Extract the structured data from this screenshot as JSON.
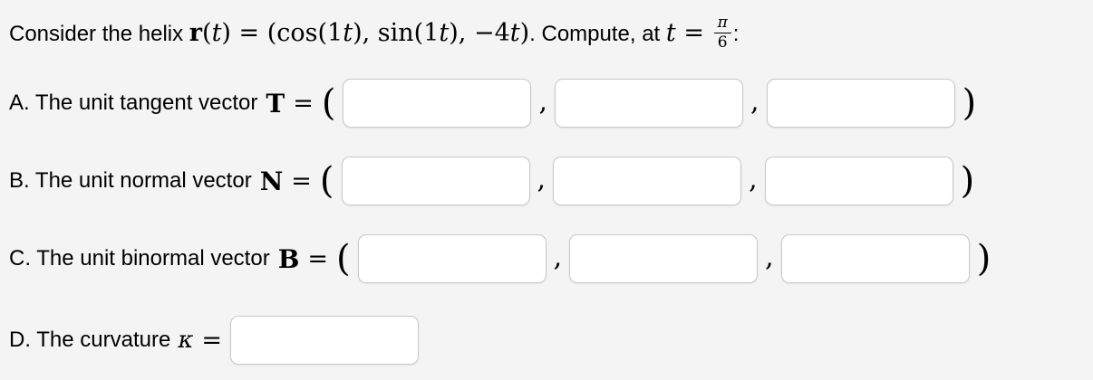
{
  "title": {
    "runs": [
      {
        "t": "Consider the helix "
      },
      {
        "t": "r"
      },
      {
        "t": "("
      },
      {
        "t": "t"
      },
      {
        "t": ") = (cos(1"
      },
      {
        "t": "t"
      },
      {
        "t": "), sin(1"
      },
      {
        "t": "t"
      },
      {
        "t": "), −4"
      },
      {
        "t": "t"
      },
      {
        "t": ")"
      },
      {
        "t": ". Compute, at "
      },
      {
        "t": "t"
      },
      {
        "t": " = "
      },
      {
        "t": ":"
      }
    ],
    "frac": {
      "num": "π",
      "den": "6"
    }
  },
  "glyphs": {
    "equals": "=",
    "open_paren": "(",
    "close_paren": ")",
    "comma": ","
  },
  "rows": [
    {
      "label": "A. The unit tangent vector",
      "symbol": "T",
      "inputs": [
        "",
        "",
        ""
      ]
    },
    {
      "label": "B. The unit normal vector",
      "symbol": "N",
      "inputs": [
        "",
        "",
        ""
      ]
    },
    {
      "label": "C. The unit binormal vector",
      "symbol": "B",
      "inputs": [
        "",
        "",
        ""
      ]
    },
    {
      "label": "D. The curvature",
      "symbol": "κ",
      "inputs": [
        ""
      ]
    }
  ],
  "colors": {
    "page_background": "#f4f4f5",
    "input_background": "#ffffff",
    "input_border": "#c9c9c9",
    "text": "#000000"
  }
}
